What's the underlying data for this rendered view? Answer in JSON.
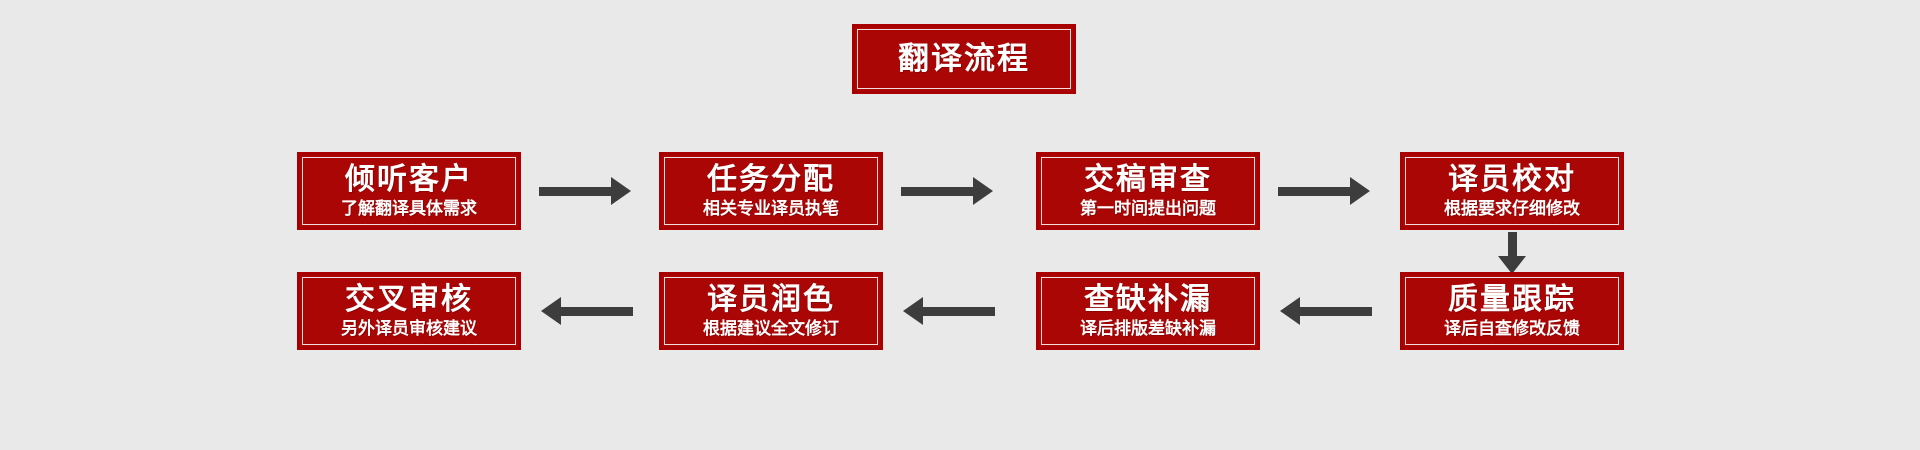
{
  "diagram": {
    "title": "翻译流程",
    "background_color": "#e9e9e9",
    "box_fill_color": "#ab0606",
    "box_border_color": "#a80000",
    "arrow_color": "#3d3d3d",
    "text_color": "#ffffff"
  },
  "nodes": [
    {
      "id": "listen-client",
      "title": "倾听客户",
      "subtitle": "了解翻译具体需求"
    },
    {
      "id": "task-assignment",
      "title": "任务分配",
      "subtitle": "相关专业译员执笔"
    },
    {
      "id": "draft-review",
      "title": "交稿审查",
      "subtitle": "第一时间提出问题"
    },
    {
      "id": "translator-proofread",
      "title": "译员校对",
      "subtitle": "根据要求仔细修改"
    },
    {
      "id": "quality-tracking",
      "title": "质量跟踪",
      "subtitle": "译后自查修改反馈"
    },
    {
      "id": "gap-check",
      "title": "查缺补漏",
      "subtitle": "译后排版差缺补漏"
    },
    {
      "id": "translator-polish",
      "title": "译员润色",
      "subtitle": "根据建议全文修订"
    },
    {
      "id": "cross-review",
      "title": "交叉审核",
      "subtitle": "另外译员审核建议"
    }
  ],
  "arrows": [
    {
      "id": "arrow-1-2",
      "direction": "right"
    },
    {
      "id": "arrow-2-3",
      "direction": "right"
    },
    {
      "id": "arrow-3-4",
      "direction": "right"
    },
    {
      "id": "arrow-4-5",
      "direction": "down"
    },
    {
      "id": "arrow-5-6",
      "direction": "left"
    },
    {
      "id": "arrow-6-7",
      "direction": "left"
    },
    {
      "id": "arrow-7-8",
      "direction": "left"
    }
  ]
}
